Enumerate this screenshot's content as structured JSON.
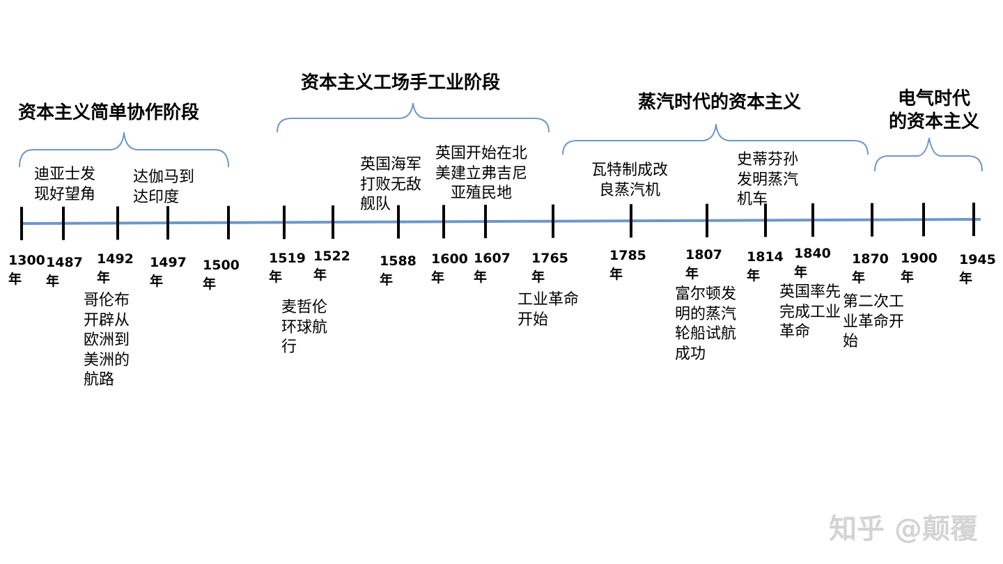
{
  "stages": [
    {
      "id": "s1",
      "label": "资本主义简单协作阶段"
    },
    {
      "id": "s2",
      "label": "资本主义工场手工业阶段"
    },
    {
      "id": "s3",
      "label": "蒸汽时代的资本主义"
    },
    {
      "id": "s4",
      "label": "电气时代\n的资本主义"
    }
  ],
  "ticks": [
    {
      "id": "t1300",
      "year": "1300\n年"
    },
    {
      "id": "t1487",
      "year": "1487\n年"
    },
    {
      "id": "t1492",
      "year": "1492\n年"
    },
    {
      "id": "t1497",
      "year": "1497\n年"
    },
    {
      "id": "t1500",
      "year": "1500\n年"
    },
    {
      "id": "t1519",
      "year": "1519\n年"
    },
    {
      "id": "t1522",
      "year": "1522\n年"
    },
    {
      "id": "t1588",
      "year": "1588\n年"
    },
    {
      "id": "t1600",
      "year": "1600\n年"
    },
    {
      "id": "t1607",
      "year": "1607\n年"
    },
    {
      "id": "t1765",
      "year": "1765\n年"
    },
    {
      "id": "t1785",
      "year": "1785\n年"
    },
    {
      "id": "t1807",
      "year": "1807\n年"
    },
    {
      "id": "t1814",
      "year": "1814\n年"
    },
    {
      "id": "t1840",
      "year": "1840\n年"
    },
    {
      "id": "t1870",
      "year": "1870\n年"
    },
    {
      "id": "t1900",
      "year": "1900\n年"
    },
    {
      "id": "t1945",
      "year": "1945\n年"
    }
  ],
  "events": [
    {
      "id": "e1487",
      "text": "迪亚士发\n现好望角"
    },
    {
      "id": "e1497",
      "text": "达伽马到\n达印度"
    },
    {
      "id": "e1492",
      "text": "哥伦布\n开辟从\n欧洲到\n美洲的\n航路"
    },
    {
      "id": "e1519",
      "text": "麦哲伦\n环球航\n行"
    },
    {
      "id": "e1588",
      "text": "英国海军\n打败无敌\n舰队"
    },
    {
      "id": "e1607",
      "text": "英国开始在北\n美建立弗吉尼\n亚殖民地"
    },
    {
      "id": "e1765",
      "text": "工业革命\n开始"
    },
    {
      "id": "e1785",
      "text": "瓦特制成改\n良蒸汽机"
    },
    {
      "id": "e1807",
      "text": "富尔顿发\n明的蒸汽\n轮船试航\n成功"
    },
    {
      "id": "e1814",
      "text": "史蒂芬孙\n发明蒸汽\n机车"
    },
    {
      "id": "e1840",
      "text": "英国率先\n完成工业\n革命"
    },
    {
      "id": "e1870",
      "text": "第二次工\n业革命开\n始"
    }
  ],
  "watermark": "知乎 @颠覆",
  "colors": {
    "axis": "#6e97c8",
    "tick": "#000000",
    "brace": "#6e97c8",
    "watermark": "#d4d4d4"
  }
}
